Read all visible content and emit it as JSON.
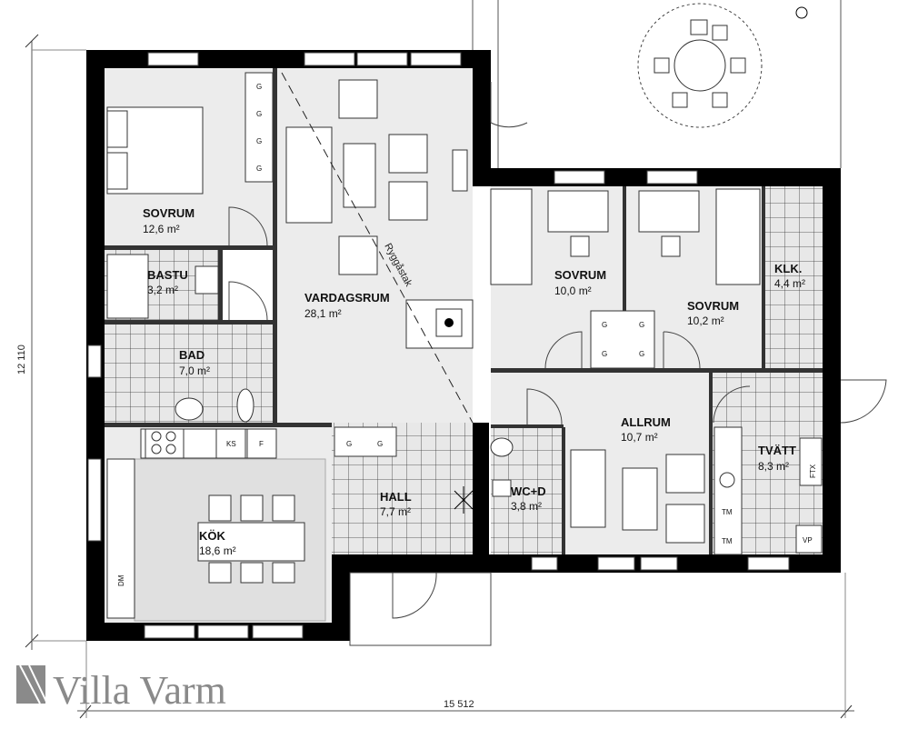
{
  "logo": {
    "text": "Villa Varm"
  },
  "dimensions": {
    "height": "12 110",
    "width": "15 512"
  },
  "roof_label": "Ryggåstak",
  "rooms": [
    {
      "name": "SOVRUM",
      "area": "12,6 m²"
    },
    {
      "name": "BASTU",
      "area": "3,2 m²"
    },
    {
      "name": "BAD",
      "area": "7,0 m²"
    },
    {
      "name": "VARDAGSRUM",
      "area": "28,1 m²"
    },
    {
      "name": "KÖK",
      "area": "18,6 m²"
    },
    {
      "name": "HALL",
      "area": "7,7 m²"
    },
    {
      "name": "SOVRUM",
      "area": "10,0 m²"
    },
    {
      "name": "SOVRUM",
      "area": "10,2 m²"
    },
    {
      "name": "KLK.",
      "area": "4,4 m²"
    },
    {
      "name": "ALLRUM",
      "area": "10,7 m²"
    },
    {
      "name": "WC+D",
      "area": "3,8 m²"
    },
    {
      "name": "TVÄTT",
      "area": "8,3 m²"
    }
  ],
  "fixtures": {
    "wardrobe": "G",
    "fridge": "KS",
    "freezer": "F",
    "dryer": "TM",
    "heater": "VP",
    "ventilation": "FTX",
    "dishwasher": "DM"
  }
}
